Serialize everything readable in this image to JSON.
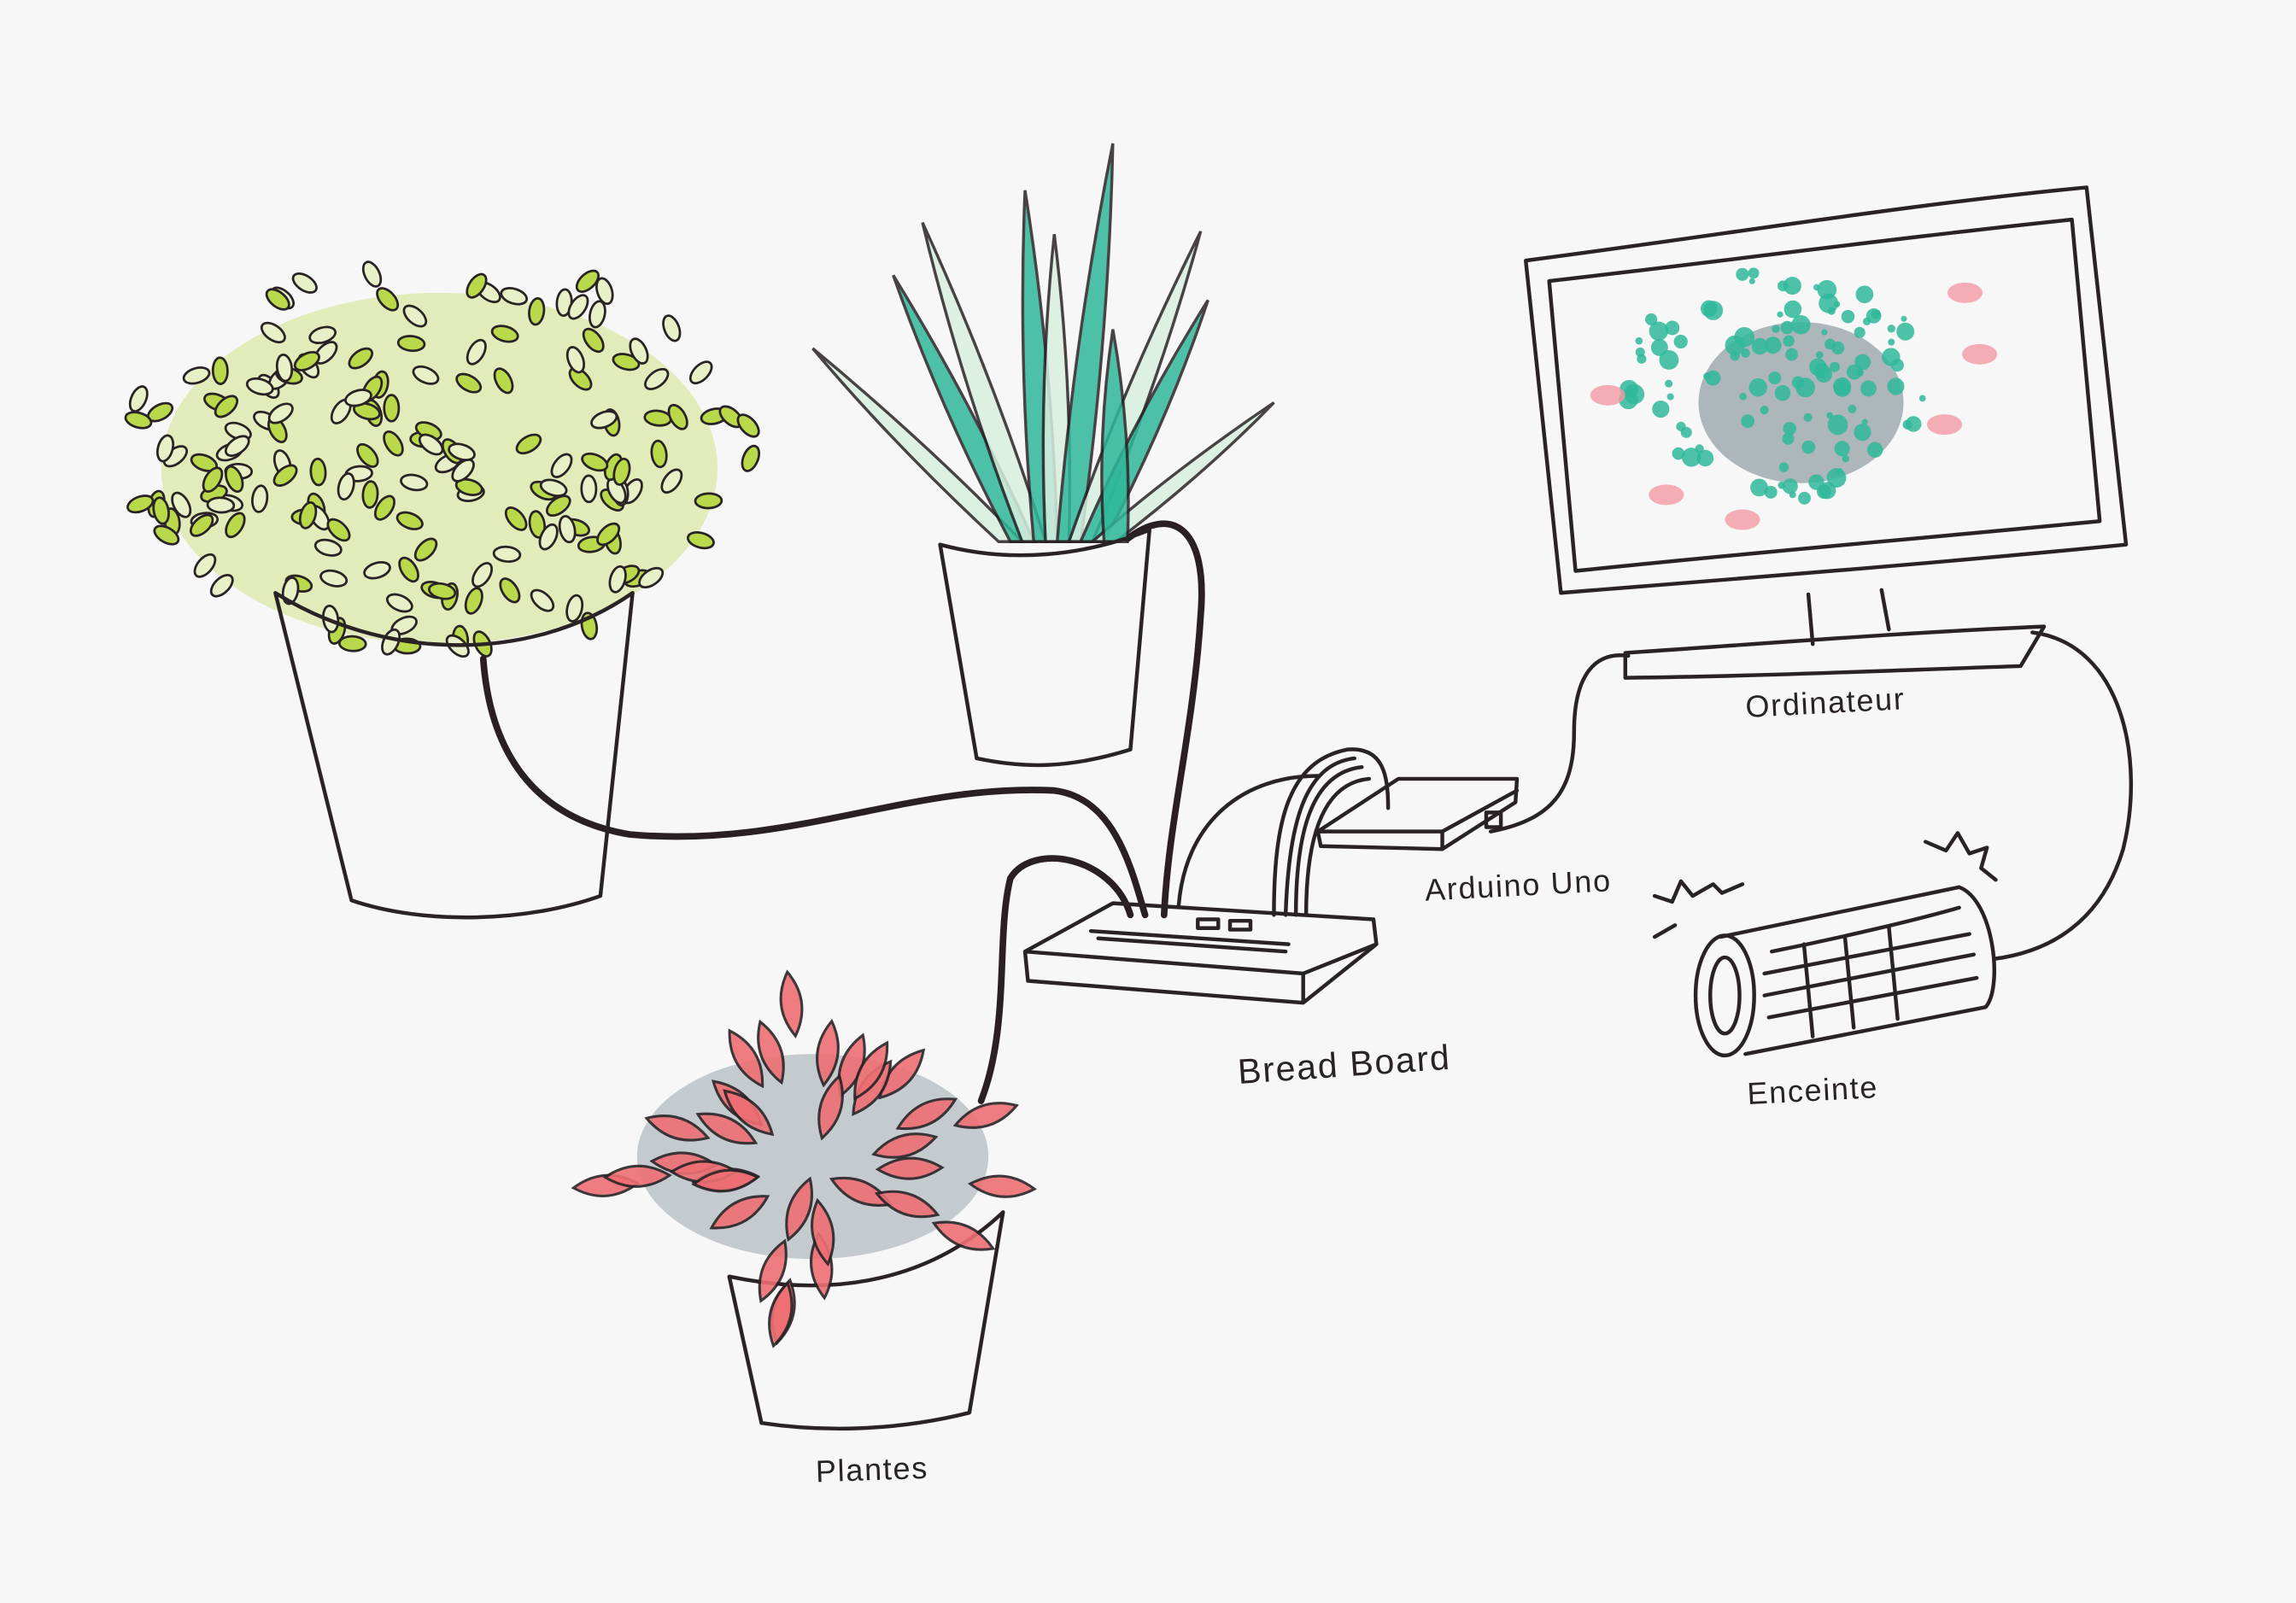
{
  "labels": {
    "computer": "Ordinateur",
    "arduino": "Arduino Uno",
    "breadboard": "Bread Board",
    "speaker": "Enceinte",
    "plants": "Plantes"
  },
  "colors": {
    "background": "#f7f7f7",
    "ink": "#2a2326",
    "leaf_green": "#b9d84a",
    "leaf_teal": "#2fb89a",
    "leaf_red": "#ee6f74",
    "shadow_slate": "#4f6670",
    "screen_pink": "#f29aa3"
  }
}
